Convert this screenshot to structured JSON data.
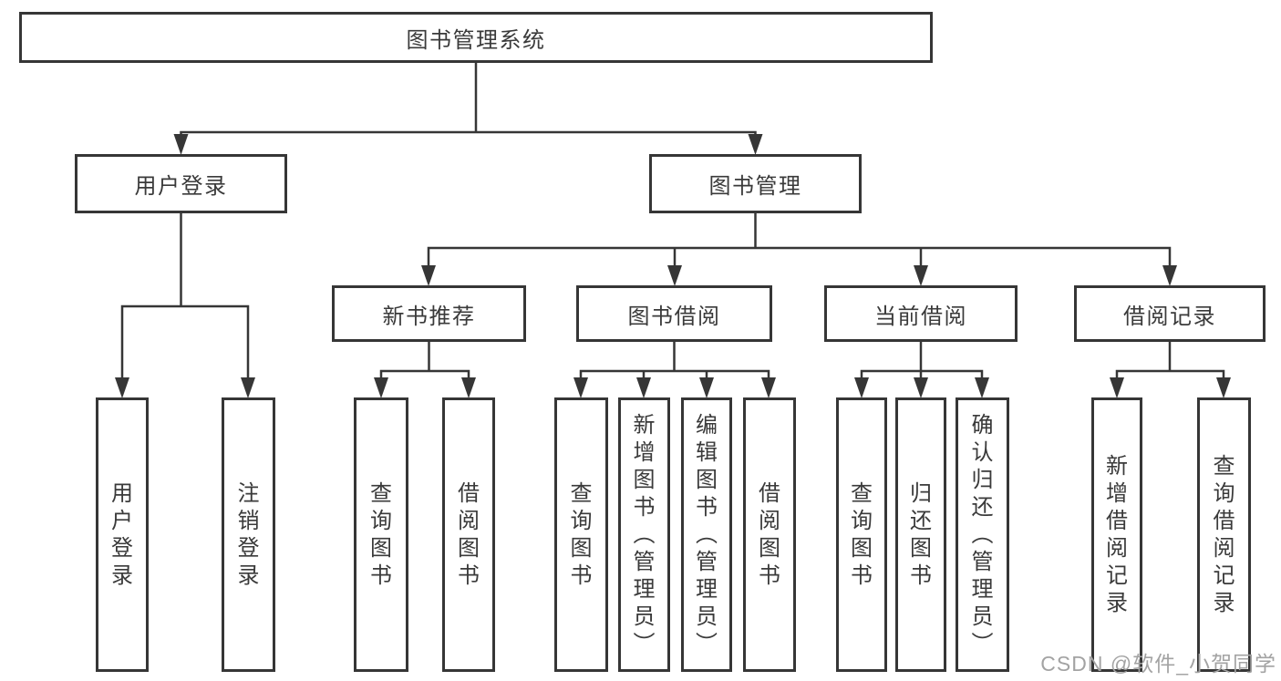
{
  "diagram": {
    "root": {
      "label": "图书管理系统"
    },
    "level2": [
      {
        "label": "用户登录"
      },
      {
        "label": "图书管理"
      }
    ],
    "level3": [
      {
        "label": "新书推荐",
        "parent": "图书管理"
      },
      {
        "label": "图书借阅",
        "parent": "图书管理"
      },
      {
        "label": "当前借阅",
        "parent": "图书管理"
      },
      {
        "label": "借阅记录",
        "parent": "图书管理"
      }
    ],
    "leaves": [
      {
        "label": "用户登录",
        "parent": "用户登录"
      },
      {
        "label": "注销登录",
        "parent": "用户登录"
      },
      {
        "label": "查询图书",
        "parent": "新书推荐"
      },
      {
        "label": "借阅图书",
        "parent": "新书推荐"
      },
      {
        "label": "查询图书",
        "parent": "图书借阅"
      },
      {
        "label": "新增图书（管理员）",
        "parent": "图书借阅"
      },
      {
        "label": "编辑图书（管理员）",
        "parent": "图书借阅"
      },
      {
        "label": "借阅图书",
        "parent": "图书借阅"
      },
      {
        "label": "查询图书",
        "parent": "当前借阅"
      },
      {
        "label": "归还图书",
        "parent": "当前借阅"
      },
      {
        "label": "确认归还（管理员）",
        "parent": "当前借阅"
      },
      {
        "label": "新增借阅记录",
        "parent": "借阅记录"
      },
      {
        "label": "查询借阅记录",
        "parent": "借阅记录"
      }
    ]
  },
  "watermark": {
    "text": "CSDN @软件_小贺同学"
  },
  "colors": {
    "line": "#363636",
    "text": "#3a3a3a",
    "background": "#ffffff",
    "watermark": "#a3a3a3"
  }
}
